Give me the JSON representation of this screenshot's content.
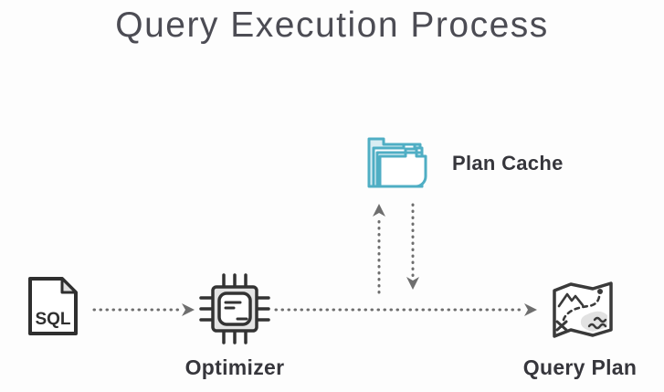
{
  "title": "Query Execution Process",
  "nodes": {
    "sql": {
      "icon": "sql-document-icon",
      "icon_text": "SQL"
    },
    "optimizer": {
      "icon": "cpu-chip-icon",
      "label": "Optimizer"
    },
    "plan_cache": {
      "icon": "plan-cache-folder-icon",
      "label": "Plan Cache"
    },
    "query_plan": {
      "icon": "treasure-map-icon",
      "label": "Query Plan"
    }
  },
  "edges": [
    {
      "from": "sql",
      "to": "optimizer",
      "style": "dotted",
      "direction": "right"
    },
    {
      "from": "optimizer",
      "to": "query_plan",
      "style": "dotted",
      "direction": "right"
    },
    {
      "from": "optimizer",
      "to": "plan_cache",
      "style": "dotted",
      "direction": "up"
    },
    {
      "from": "plan_cache",
      "to": "optimizer",
      "style": "dotted",
      "direction": "down"
    }
  ],
  "colors": {
    "background": "#fdfdfd",
    "title_text": "#4c4c54",
    "label_text": "#36363c",
    "icon_stroke": "#333333",
    "arrow": "#6e6e6e",
    "teal": "#4faec4",
    "teal_light_fill": "#d9edf3",
    "chip_fill": "#e4e4e4",
    "fold_fill": "#e0e0e0",
    "map_blob_fill": "#e2e2e2"
  }
}
